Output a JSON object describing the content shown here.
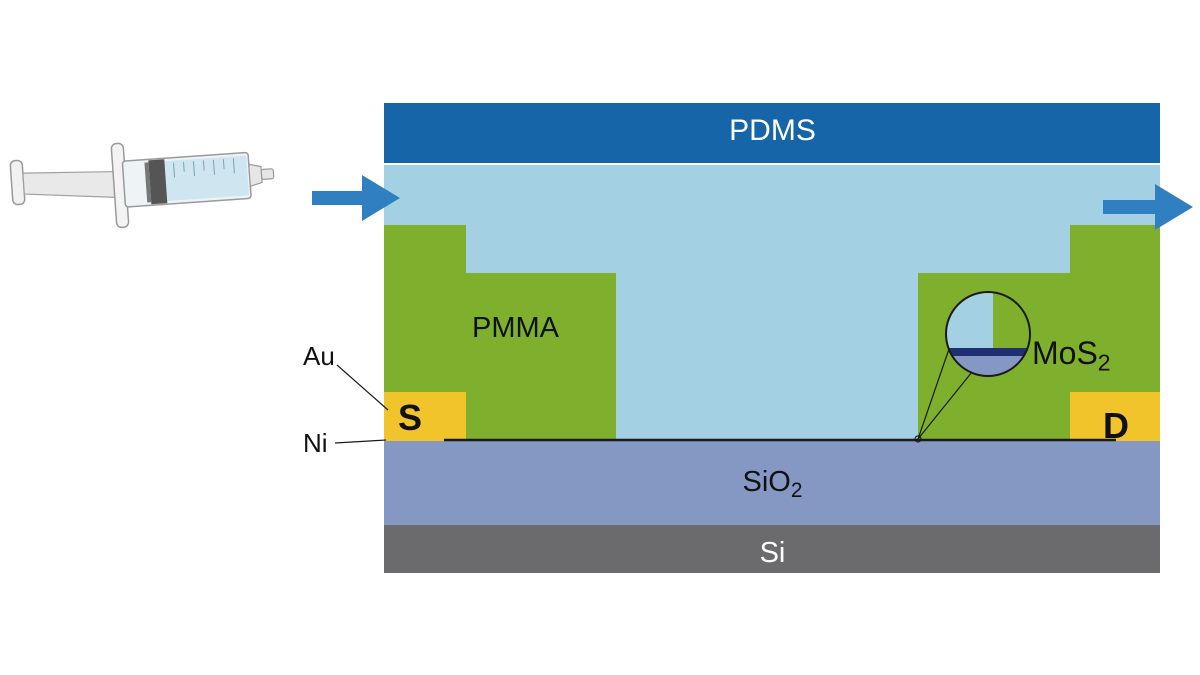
{
  "labels": {
    "pdms": "PDMS",
    "pmma": "PMMA",
    "mos2_main": "MoS",
    "mos2_sub": "2",
    "source": "S",
    "drain": "D",
    "sio2_main": "SiO",
    "sio2_sub": "2",
    "si": "Si",
    "au": "Au",
    "ni": "Ni"
  },
  "colors": {
    "pdms": "#1565a8",
    "fluid_channel": "#a3d0e3",
    "pmma": "#7fb02d",
    "electrode_gold": "#f0c42a",
    "sio2": "#8597c3",
    "si": "#6b6a6c",
    "flow_arrow": "#2f7fc1",
    "mos2_line": "#1a1a1a"
  },
  "icons": {
    "syringe": "syringe-icon",
    "inlet_arrow": "arrow-right-icon",
    "outlet_arrow": "arrow-right-icon",
    "zoom_magnifier": "magnifier-circle-icon"
  }
}
